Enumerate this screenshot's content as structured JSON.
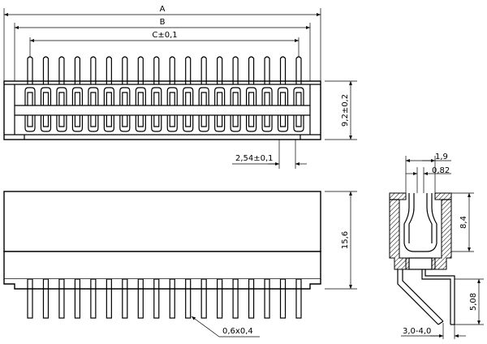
{
  "labels": {
    "dim_a": "A",
    "dim_b": "B",
    "dim_c": "C±0,1",
    "pitch": "2,54±0,1",
    "height_top": "9,2±0,2",
    "height_front": "15,6",
    "pin_size": "0,6x0,4",
    "side_1_9": "1,9",
    "side_0_82": "0,82",
    "side_8_4": "8,4",
    "side_5_08": "5,08",
    "side_bend": "3,0-4,0"
  },
  "pin_count": 18,
  "colors": {
    "line": "#000000",
    "background": "#ffffff"
  }
}
